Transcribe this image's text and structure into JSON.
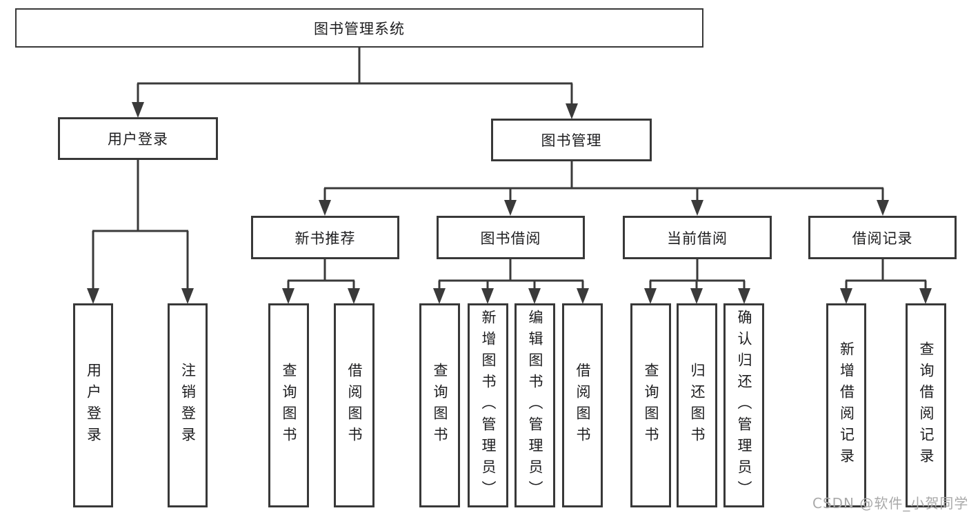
{
  "diagram": {
    "root": {
      "label": "图书管理系统"
    },
    "level2": [
      {
        "label": "用户登录"
      },
      {
        "label": "图书管理"
      }
    ],
    "level3": [
      {
        "label": "新书推荐"
      },
      {
        "label": "图书借阅"
      },
      {
        "label": "当前借阅"
      },
      {
        "label": "借阅记录"
      }
    ],
    "leaves": [
      {
        "label": "用户登录"
      },
      {
        "label": "注销登录"
      },
      {
        "label": "查询图书"
      },
      {
        "label": "借阅图书"
      },
      {
        "label": "查询图书"
      },
      {
        "label": "新增图书（管理员）"
      },
      {
        "label": "编辑图书（管理员）"
      },
      {
        "label": "借阅图书"
      },
      {
        "label": "查询图书"
      },
      {
        "label": "归还图书"
      },
      {
        "label": "确认归还（管理员）"
      },
      {
        "label": "新增借阅记录"
      },
      {
        "label": "查询借阅记录"
      }
    ],
    "colors": {
      "line": "#3a3a3a",
      "text": "#1d1d1f",
      "background": "#ffffff"
    }
  },
  "watermark": {
    "text": "CSDN @软件_小贺同学",
    "color": "#a9a9a9"
  }
}
